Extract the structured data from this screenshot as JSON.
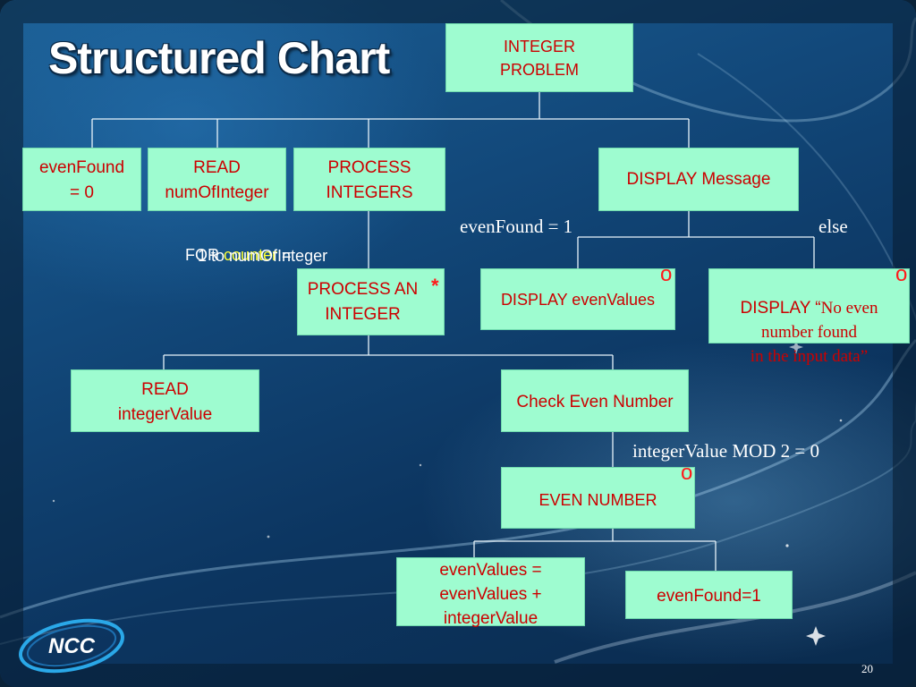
{
  "slide": {
    "title": "Structured Chart",
    "page_number": "20",
    "logo_text": "NCC"
  },
  "boxes": {
    "root": "INTEGER\nPROBLEM",
    "even_found_init": "evenFound\n= 0",
    "read_num": "READ\nnumOfInteger",
    "process_integers": "PROCESS\nINTEGERS",
    "display_message": "DISPLAY Message",
    "process_an_integer": "PROCESS AN\nINTEGER",
    "display_even_values": "DISPLAY evenValues",
    "display_no_even_prefix": "DISPLAY “",
    "display_no_even_rest": "No even\nnumber found\nin the input data”",
    "read_integer": "READ\nintegerValue",
    "check_even": "Check Even Number",
    "even_number": "EVEN NUMBER",
    "even_values_update": "evenValues =\nevenValues +\nintegerValue",
    "even_found_set": "evenFound=1"
  },
  "labels": {
    "for_prefix": "FOR ",
    "for_counter": "counter",
    "for_suffix": " =",
    "for_range": "1 to numOfInteger",
    "cond_even_found": "evenFound = 1",
    "cond_else": "else",
    "cond_mod": "integerValue MOD 2 = 0"
  },
  "marks": {
    "iteration": "*",
    "selection": "o"
  },
  "colors": {
    "box_fill": "#9efcd0",
    "box_text": "#cc0000",
    "connector": "#e8f4fb",
    "label_text": "#ffffff",
    "highlight": "#ffff33",
    "marker": "#ff1a1a"
  }
}
